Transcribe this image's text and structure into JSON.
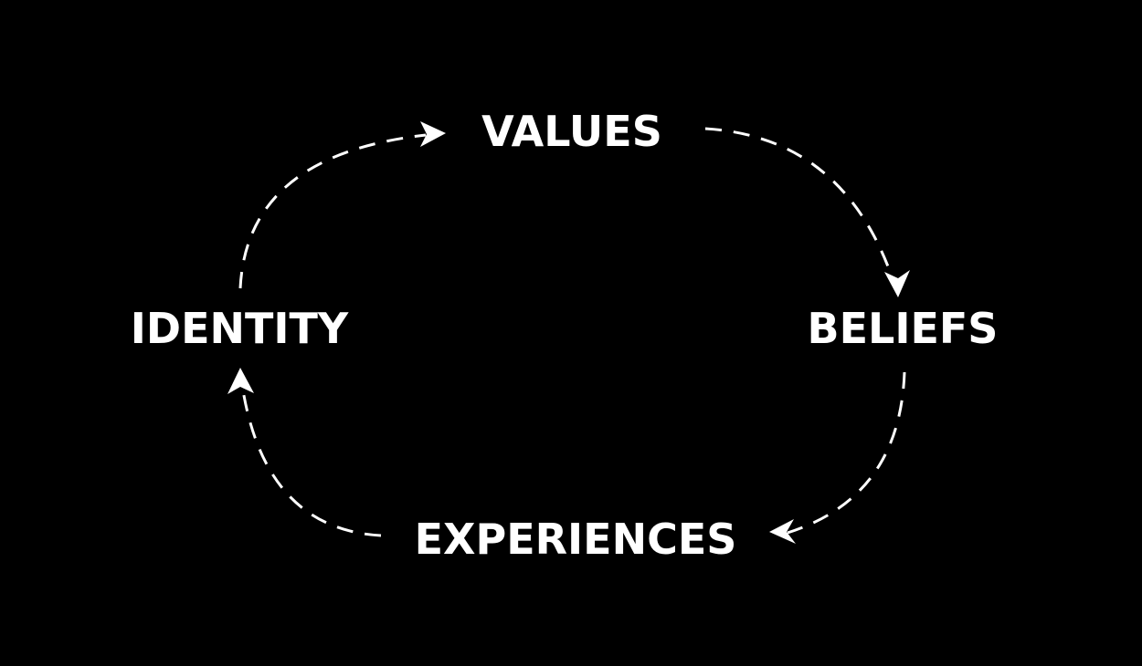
{
  "diagram": {
    "type": "cycle",
    "nodes": [
      {
        "id": "values",
        "label": "VALUES"
      },
      {
        "id": "beliefs",
        "label": "BELIEFS"
      },
      {
        "id": "experiences",
        "label": "EXPERIENCES"
      },
      {
        "id": "identity",
        "label": "IDENTITY"
      }
    ],
    "edges": [
      {
        "from": "values",
        "to": "beliefs",
        "style": "dashed"
      },
      {
        "from": "beliefs",
        "to": "experiences",
        "style": "dashed"
      },
      {
        "from": "experiences",
        "to": "identity",
        "style": "dashed"
      },
      {
        "from": "identity",
        "to": "values",
        "style": "dashed"
      }
    ]
  },
  "colors": {
    "background": "#000000",
    "foreground": "#ffffff"
  }
}
